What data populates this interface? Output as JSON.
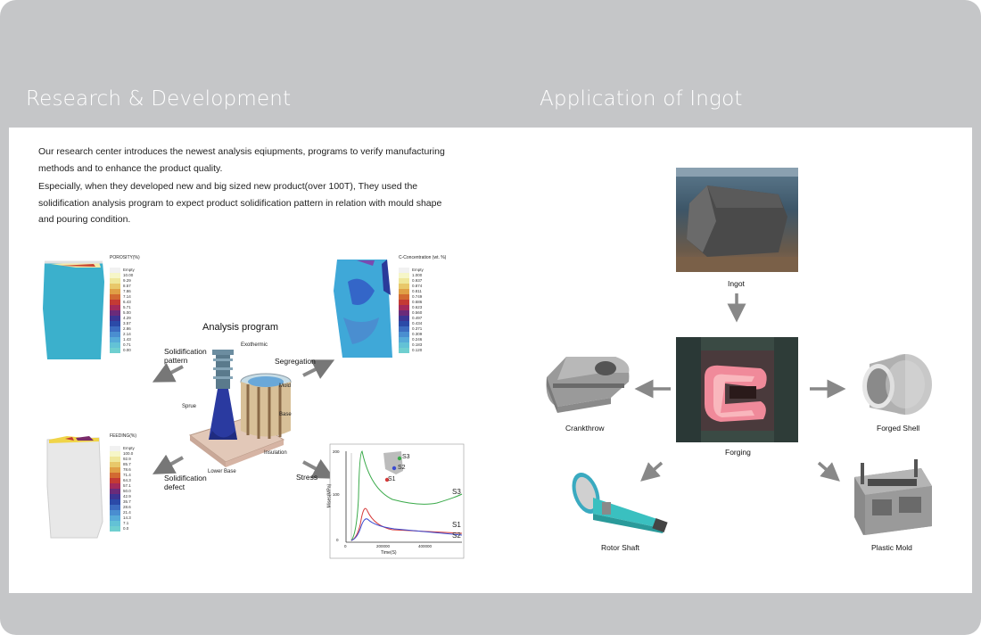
{
  "sections": {
    "left_title": "Research & Development",
    "right_title": "Application of Ingot"
  },
  "intro": {
    "p1": "Our research center introduces the newest analysis eqiupments, programs to verify manufacturing methods and to enhance the product quality.",
    "p2": "Especially, when they developed new and big sized new product(over 100T), They used the solidification analysis program to expect product solidification pattern in relation with mould shape and pouring condition."
  },
  "analysis": {
    "center_title": "Analysis program",
    "arrows": {
      "solidification_pattern": "Solidification pattern",
      "segregation": "Segregation",
      "solidification_defect": "Solidification defect",
      "stress": "Stress"
    },
    "parts": {
      "exothermic": "Exothermic",
      "mold": "Mold",
      "sprue": "Sprue",
      "base": "Base",
      "insulation": "Insulation",
      "lower_base": "Lower Base"
    },
    "porosity": {
      "title": "POROSITY(%)",
      "values": [
        "Empty",
        "10.00",
        "9.29",
        "8.57",
        "7.86",
        "7.14",
        "6.43",
        "5.71",
        "5.00",
        "4.29",
        "3.57",
        "2.86",
        "2.14",
        "1.43",
        "0.71",
        "0.00"
      ]
    },
    "c_concentration": {
      "title": "C-Concentration (wt. %)",
      "values": [
        "Empty",
        "1.000",
        "0.937",
        "0.874",
        "0.811",
        "0.749",
        "0.686",
        "0.623",
        "0.560",
        "0.497",
        "0.434",
        "0.371",
        "0.309",
        "0.246",
        "0.183",
        "0.120"
      ]
    },
    "feeding": {
      "title": "FEEDING(%)",
      "values": [
        "Empty",
        "100.0",
        "92.9",
        "85.7",
        "78.6",
        "71.4",
        "64.3",
        "57.1",
        "50.0",
        "42.9",
        "35.7",
        "28.6",
        "21.4",
        "14.3",
        "7.1",
        "0.0"
      ]
    },
    "legend_colors": [
      "#f1f1f1",
      "#f6f6c8",
      "#efe79a",
      "#e8c86a",
      "#e0a046",
      "#d26a32",
      "#c43a34",
      "#a32a5a",
      "#6a2b7a",
      "#3c3593",
      "#2b4aa8",
      "#3c6cc0",
      "#4a8ed0",
      "#57abd8",
      "#63c2d6",
      "#6fcfd0"
    ],
    "stress_chart": {
      "ylabel": "Mises(MPa)",
      "xlabel": "Time(S)",
      "y_ticks": [
        "200",
        "100",
        "0"
      ],
      "x_ticks": [
        "0",
        "200000",
        "400000"
      ],
      "series": [
        {
          "name": "S3",
          "label": "S3",
          "color": "#3aaa4a"
        },
        {
          "name": "S1",
          "label": "S1",
          "color": "#d63a3a"
        },
        {
          "name": "S2",
          "label": "S2",
          "color": "#3a4ad0"
        }
      ],
      "point_labels": [
        "S3",
        "S2",
        "S1"
      ]
    }
  },
  "application": {
    "ingot": "Ingot",
    "forging": "Forging",
    "crankthrow": "Crankthrow",
    "forged_shell": "Forged Shell",
    "rotor_shaft": "Rotor Shaft",
    "plastic_mold": "Plastic Mold"
  }
}
